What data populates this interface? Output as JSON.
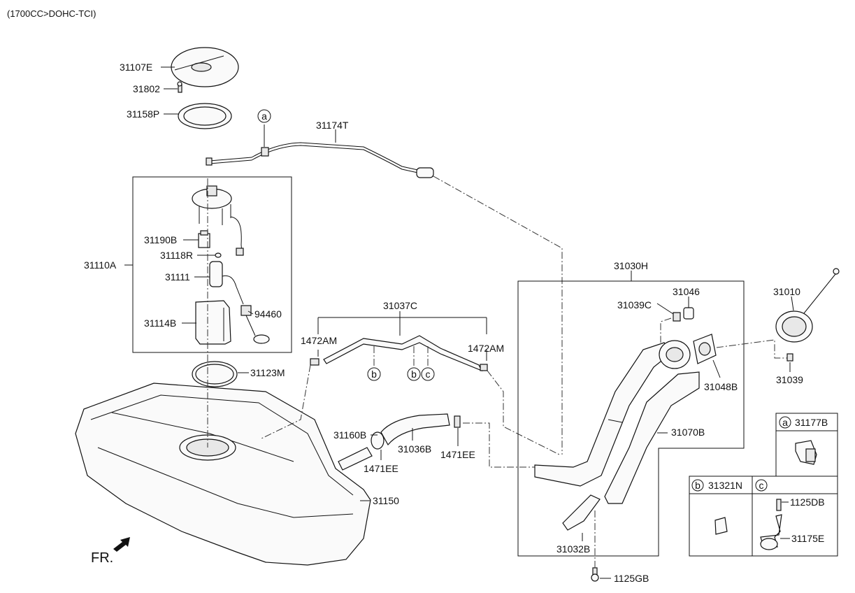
{
  "header": {
    "engine_label": "(1700CC>DOHC-TCI)"
  },
  "orientation": {
    "front_label": "FR."
  },
  "parts": {
    "p31107E": "31107E",
    "p31802": "31802",
    "p31158P": "31158P",
    "p31174T": "31174T",
    "p31110A": "31110A",
    "p31190B": "31190B",
    "p31118R": "31118R",
    "p31111": "31111",
    "p31114B": "31114B",
    "p94460": "94460",
    "p31037C": "31037C",
    "p1472AM_left": "1472AM",
    "p1472AM_right": "1472AM",
    "p31123M": "31123M",
    "p31160B": "31160B",
    "p1471EE_left": "1471EE",
    "p31036B": "31036B",
    "p1471EE_right": "1471EE",
    "p31150": "31150",
    "p31030H": "31030H",
    "p31046": "31046",
    "p31039C": "31039C",
    "p31048B": "31048B",
    "p31070B": "31070B",
    "p31010": "31010",
    "p31039": "31039",
    "p31032B": "31032B",
    "p1125GB": "1125GB"
  },
  "callouts": {
    "a_top": "a",
    "b_1": "b",
    "b_2": "b",
    "c_1": "c"
  },
  "legend": {
    "a_letter": "a",
    "a_part": "31177B",
    "b_letter": "b",
    "b_part": "31321N",
    "c_letter": "c",
    "c_bolt": "1125DB",
    "c_clamp": "31175E"
  }
}
